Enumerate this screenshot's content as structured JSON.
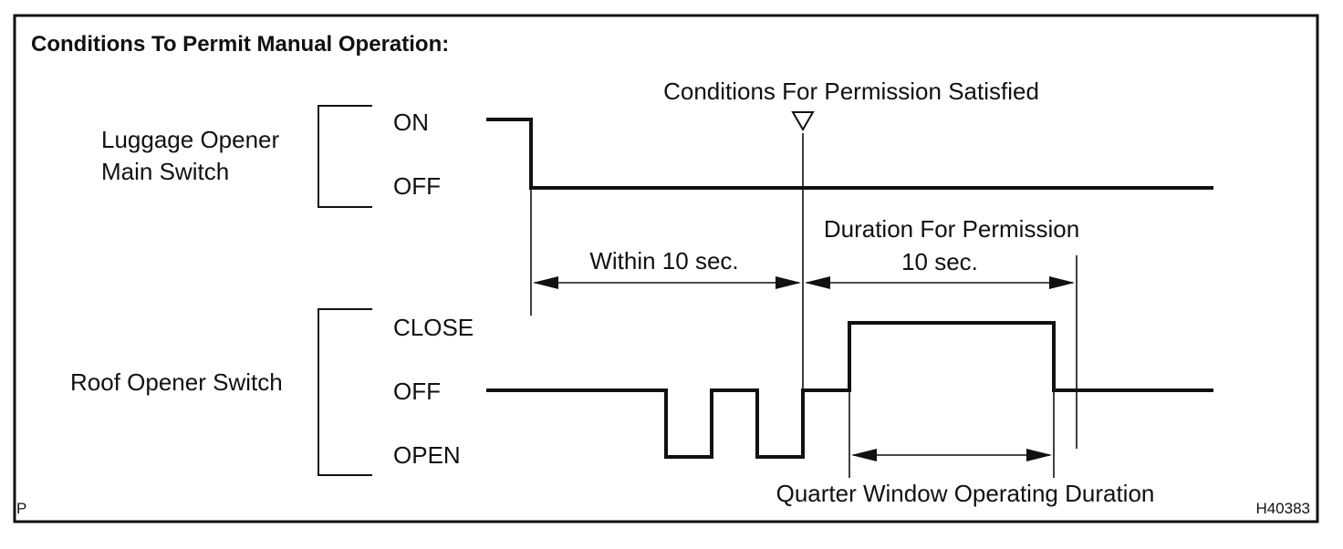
{
  "title": "Conditions To Permit Manual Operation:",
  "event_label": "Conditions For Permission Satisfied",
  "luggage_switch": {
    "name_line1": "Luggage Opener",
    "name_line2": "Main Switch",
    "state_on": "ON",
    "state_off": "OFF"
  },
  "roof_switch": {
    "name": "Roof Opener Switch",
    "state_close": "CLOSE",
    "state_off": "OFF",
    "state_open": "OPEN"
  },
  "within_label": "Within 10 sec.",
  "duration_label_line1": "Duration For Permission",
  "duration_label_line2": "10 sec.",
  "quarter_window_label": "Quarter Window Operating Duration",
  "corner_left": "P",
  "corner_right": "H40383"
}
